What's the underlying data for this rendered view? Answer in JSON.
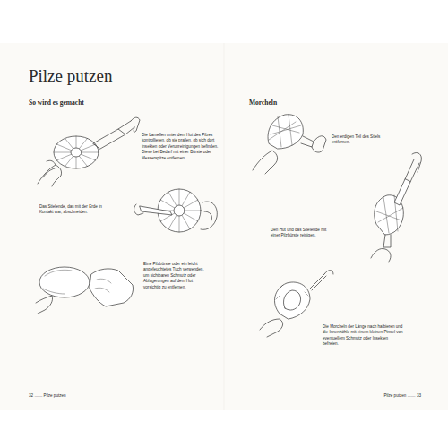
{
  "diagram": {
    "title": "Pilze putzen",
    "labels": [
      "So wird es gemacht",
      "Die Lamellen unter dem Hut des Pilzes kontrollieren, ob sie prallen, ob sich dort Insekten oder Verunreinigungen befinden. Diese bei Bedarf mit einer Bürste oder Messerspitze entfernen.",
      "Das Stielende, das mit der Erde in Kontakt war, abschneiden.",
      "Eine Pilzbürste oder ein leicht angefeuchtetes Tuch verwenden, um sichtbaren Schmutz oder Ablagerungen auf dem Hut vorsichtig zu entfernen.",
      "Morcheln",
      "Den erdigen Teil des Stiels entfernen.",
      "Den Hut und das Stielende mit einer Pilzbürste reinigen.",
      "Die Morcheln der Länge nach halbieren und die Innenhöhle mit einem kleinen Pinsel von eventuellem Schmutz oder Insekten befreien.",
      "32 ....... Pilze putzen",
      "Pilze putzen ....... 33"
    ]
  }
}
